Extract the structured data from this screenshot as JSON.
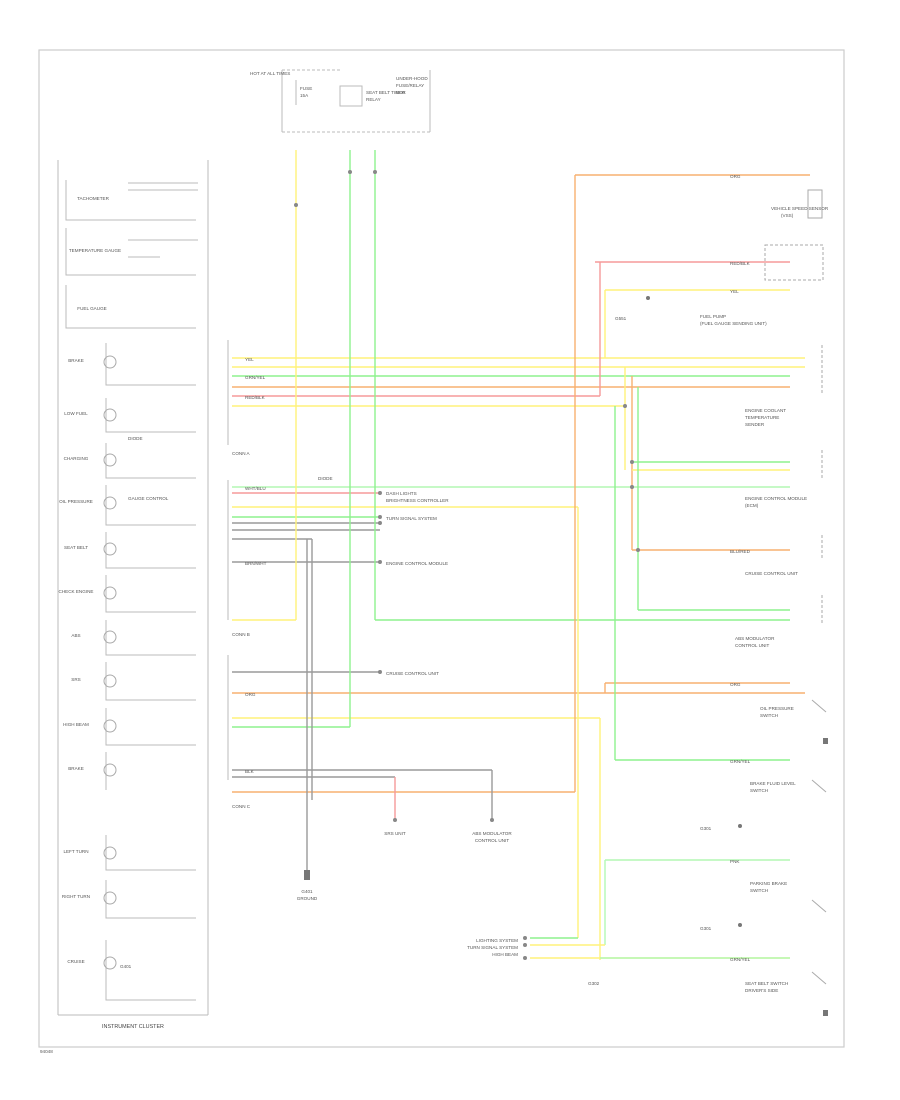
{
  "colors": {
    "frame": "#cccccc",
    "wire_gray": "#9a9a9a",
    "yellow": "#fff27a",
    "green": "#8ef28e",
    "light_green": "#b4f7b4",
    "orange": "#f7b070",
    "red": "#f59a9a",
    "label": "#555555"
  },
  "labels": {
    "top_fuse": "HOT AT ALL TIMES",
    "top_fuse2": "FUSE",
    "top_fuse3": "15A",
    "top_module": "SEAT BELT TIMER",
    "top_module2": "RELAY",
    "top_under": "UNDER-HOOD",
    "top_under2": "FUSE/RELAY",
    "top_under3": "BOX",
    "tachometer": "TACHOMETER",
    "temperature_gauge": "TEMPERATURE GAUGE",
    "fuel_gauge": "FUEL GAUGE",
    "low_fuel": "LOW FUEL",
    "brake_warning": "BRAKE",
    "charging": "CHARGING",
    "oil_pressure": "OIL PRESSURE",
    "seat_belt": "SEAT BELT",
    "check_engine": "CHECK ENGINE",
    "abs": "ABS",
    "srs": "SRS",
    "high_beam": "HIGH BEAM",
    "left_turn": "LEFT TURN",
    "right_turn": "RIGHT TURN",
    "cruise": "CRUISE",
    "instrument_cluster": "INSTRUMENT CLUSTER",
    "cluster_diode": "DIODE",
    "connector_a": "CONN A",
    "connector_b": "CONN B",
    "connector_c": "CONN C",
    "gauge_ctrl": "GAUGE CONTROL",
    "cluster_gnd": "G401",
    "ground_mid": "G401",
    "ground_mid2": "GROUND",
    "vss": "VEHICLE SPEED SENSOR",
    "vss2": "(VSS)",
    "fuel_pump": "FUEL PUMP",
    "fuel_pump2": "(FUEL GAUGE SENDING UNIT)",
    "fuel_gnd": "G551",
    "engine_coolant": "ENGINE COOLANT",
    "engine_coolant2": "TEMPERATURE",
    "engine_coolant3": "SENDER",
    "ecm": "ENGINE CONTROL MODULE",
    "ecm2": "(ECM)",
    "abs_mod": "ABS MODULATOR",
    "abs_mod2": "CONTROL UNIT",
    "srs_unit": "SRS UNIT",
    "cruise_unit": "CRUISE CONTROL UNIT",
    "brake_fluid": "BRAKE FLUID LEVEL",
    "brake_fluid2": "SWITCH",
    "oil_sw": "OIL PRESSURE",
    "oil_sw2": "SWITCH",
    "parking_brake": "PARKING BRAKE",
    "parking_brake2": "SWITCH",
    "seat_belt_sw": "SEAT BELT SWITCH",
    "seat_belt_sw2": "DRIVER'S SIDE",
    "g301": "G301",
    "g302": "G302",
    "lamp_out": "DASH LIGHTS",
    "lamp_out2": "BRIGHTNESS CONTROLLER",
    "lighting": "LIGHTING SYSTEM",
    "lighting2": "TURN SIGNAL SYSTEM",
    "lighting3": "HIGH BEAM",
    "wire_blk": "BLK",
    "wire_yel": "YEL",
    "wire_grn": "GRN/YEL",
    "wire_org": "ORG",
    "wire_red": "RED/BLK",
    "wire_wht": "WHT/BLU",
    "wire_brn": "BRN/WHT",
    "wire_blu": "BLU/RED",
    "wire_pnk": "PNK",
    "footer": "94048"
  }
}
